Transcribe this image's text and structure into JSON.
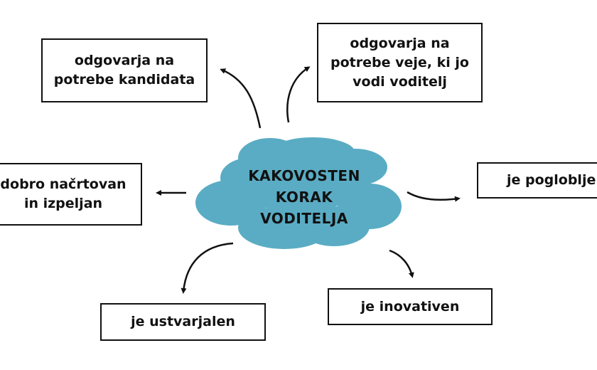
{
  "center": {
    "label": "KAKOVOSTEN\nKORAK\nVODITELJA",
    "color": "#5aacc4"
  },
  "nodes": {
    "candidate_needs": "odgovarja na\npotrebe kandidata",
    "branch_needs": "odgovarja na\npotrebe veje, ki jo\nvodi voditelj",
    "planned": "dobro načrtovan\nin izpeljan",
    "deepens": "je poglobljen",
    "creative": "je ustvarjalen",
    "innovative": "je inovativen"
  }
}
